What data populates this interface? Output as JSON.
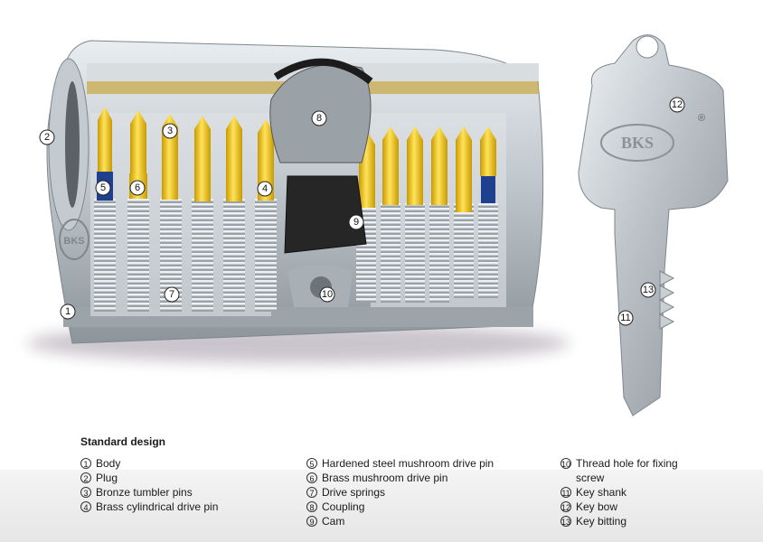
{
  "legend": {
    "title": "Standard design",
    "columns": [
      [
        {
          "num": "1",
          "label": "Body"
        },
        {
          "num": "2",
          "label": "Plug"
        },
        {
          "num": "3",
          "label": "Bronze tumbler pins"
        },
        {
          "num": "4",
          "label": "Brass cylindrical drive pin"
        }
      ],
      [
        {
          "num": "5",
          "label": "Hardened steel mushroom drive pin"
        },
        {
          "num": "6",
          "label": "Brass mushroom drive pin"
        },
        {
          "num": "7",
          "label": "Drive springs"
        },
        {
          "num": "8",
          "label": "Coupling"
        },
        {
          "num": "9",
          "label": "Cam"
        }
      ],
      [
        {
          "num": "10",
          "label": "Thread hole for fixing screw"
        },
        {
          "num": "11",
          "label": "Key shank"
        },
        {
          "num": "12",
          "label": "Key bow"
        },
        {
          "num": "13",
          "label": "Key bitting"
        }
      ]
    ]
  },
  "callouts": [
    "1",
    "2",
    "3",
    "4",
    "5",
    "6",
    "7",
    "8",
    "9",
    "10",
    "11",
    "12",
    "13"
  ],
  "brand": {
    "logo_text": "BKS",
    "registered_mark": "®"
  },
  "colors": {
    "brass": "#e8c21c",
    "steel": "#bfc6cc",
    "hardened_steel_pin": "#1f3f8f",
    "cam": "#2a2a2a"
  }
}
